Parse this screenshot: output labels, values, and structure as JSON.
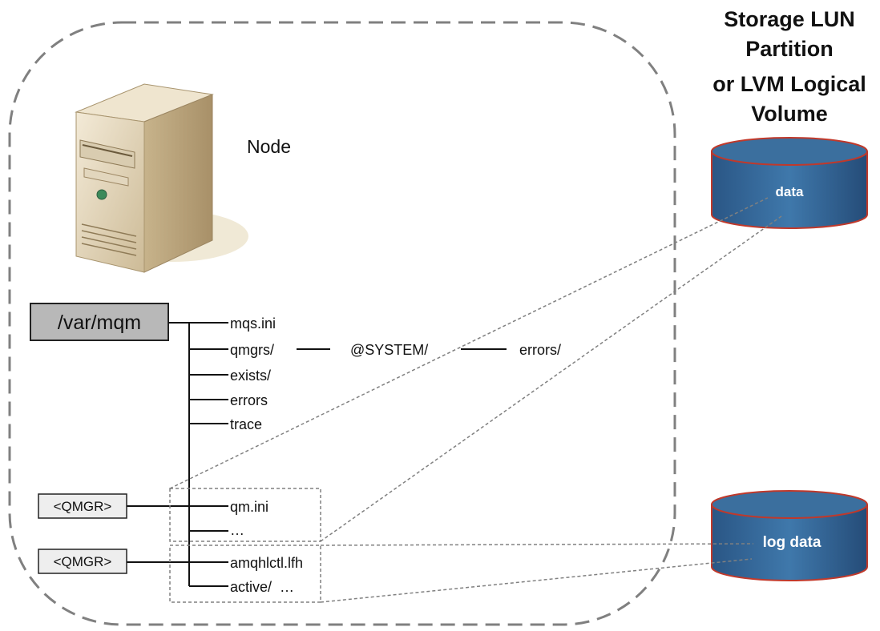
{
  "storage": {
    "title_lines": [
      "Storage LUN",
      "Partition",
      "or LVM Logical",
      "Volume"
    ],
    "data_label": "data",
    "log_label": "log data"
  },
  "node": {
    "label": "Node"
  },
  "tree": {
    "root": "/var/mqm",
    "root_items": [
      "mqs.ini",
      "qmgrs/",
      "exists/",
      "errors",
      "trace"
    ],
    "system_dir": "@SYSTEM/",
    "system_errors": "errors/"
  },
  "qmgr_data": {
    "box": "<QMGR>",
    "items": [
      "qm.ini",
      "…"
    ]
  },
  "qmgr_log": {
    "box": "<QMGR>",
    "items": [
      "amqhlctl.lfh",
      "active/  …"
    ]
  },
  "colors": {
    "cylinder_top": "#3b6f9e",
    "cylinder_body": "#2f5f8e",
    "cylinder_edge": "#c0392b",
    "root_box": "#b8b8b8",
    "qmgr_box": "#eeeeee",
    "dashed": "#808080"
  }
}
